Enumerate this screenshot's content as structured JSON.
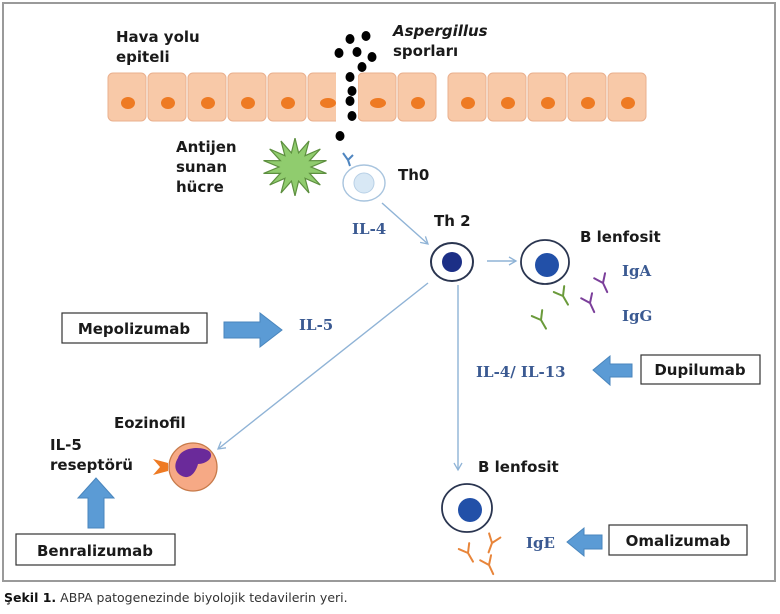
{
  "figure": {
    "caption_label": "Şekil 1.",
    "caption_text": " ABPA patogenezinde biyolojik tedavilerin yeri."
  },
  "labels": {
    "airway_line1": "Hava yolu",
    "airway_line2": "epiteli",
    "spores_line1": "Aspergillus",
    "spores_line2": "sporları",
    "apc_line1": "Antijen",
    "apc_line2": "sunan",
    "apc_line3": "hücre",
    "th0": "Th0",
    "th2": "Th 2",
    "il4": "IL-4",
    "b_cell_top": "B lenfosit",
    "iga": "IgA",
    "igg": "IgG",
    "il5": "IL-5",
    "il4_il13": "IL-4/ IL-13",
    "eosinophil": "Eozinofil",
    "il5_receptor_line1": "IL-5",
    "il5_receptor_line2": "reseptörü",
    "b_cell_bottom": "B lenfosit",
    "ige": "IgE"
  },
  "drugs": {
    "mepolizumab": "Mepolizumab",
    "dupilumab": "Dupilumab",
    "benralizumab": "Benralizumab",
    "omalizumab": "Omalizumab"
  },
  "colors": {
    "epithelium": "#f8c9a8",
    "nucleus": "#ee7a23",
    "spore": "#000000",
    "apc": "#90cc6e",
    "th2_nucleus": "#1c2f86",
    "b_nucleus": "#2250a8",
    "pathway_arrow": "#8fb3d6",
    "drug_arrow": "#5b9bd5",
    "iga_antibody": "#7b3f9a",
    "igg_antibody": "#6a9a3a",
    "ige_antibody": "#e8853a",
    "eosinophil_body": "#f6a985",
    "eosinophil_nucleus": "#6a2a9a"
  }
}
